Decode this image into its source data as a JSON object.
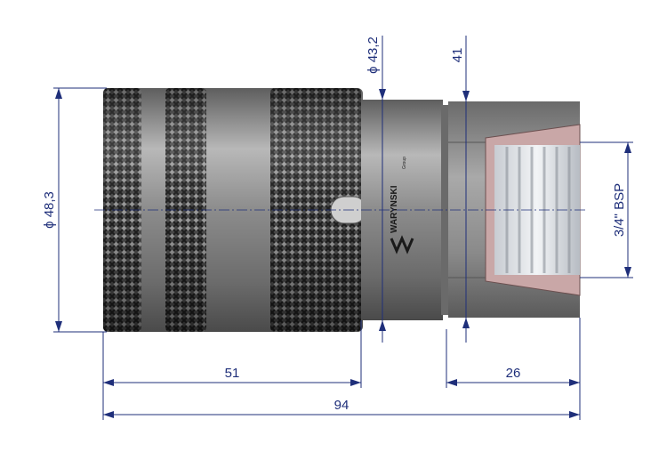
{
  "drawing": {
    "brand": "WARYNSKI",
    "brand_sub": "Group",
    "dims": {
      "outer_diameter": "ϕ 48,3",
      "mid_diameter": "ϕ 43,2",
      "hex": "41",
      "thread": "3/4\" BSP",
      "sleeve_length": "51",
      "thread_length": "26",
      "total_length": "94"
    },
    "colors": {
      "dimension": "#1f2f7a",
      "body": "#8a8a8a",
      "knurl": "#3a3a3a",
      "section": "#c9a7a7"
    }
  }
}
